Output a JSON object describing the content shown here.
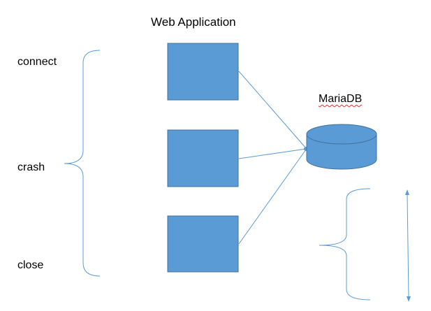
{
  "title": "Web Application",
  "steps": {
    "connect": "connect",
    "crash": "crash",
    "close": "close"
  },
  "database": {
    "label": "MariaDB"
  },
  "colors": {
    "box_fill": "#5b9bd5",
    "box_stroke": "#41719c",
    "line": "#5b9bd5",
    "text": "#000000",
    "spellcheck_underline": "#e03030"
  }
}
